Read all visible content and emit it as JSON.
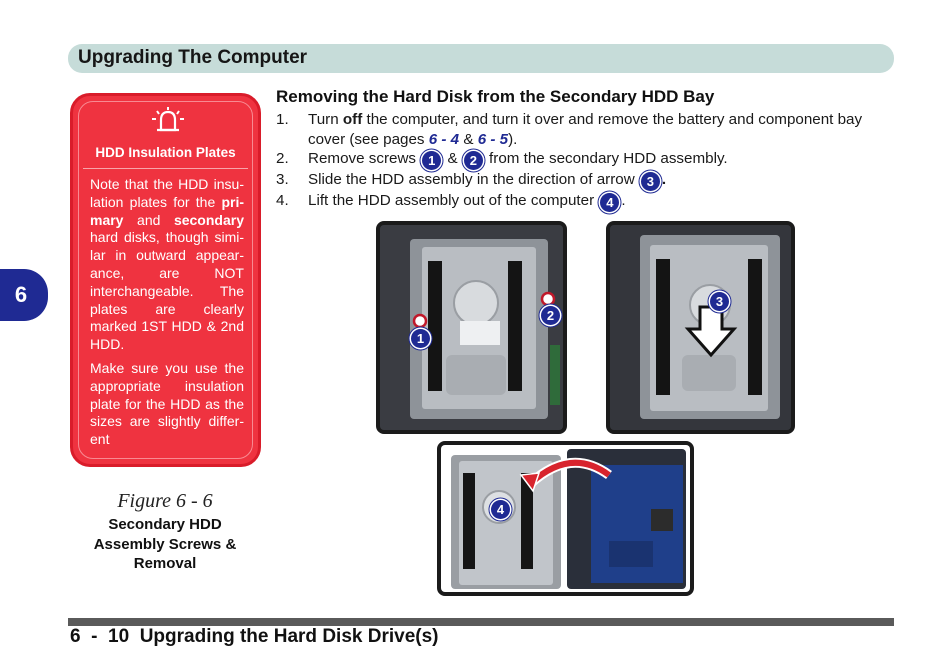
{
  "header": {
    "title": "Upgrading The Computer"
  },
  "chapter_tab": "6",
  "note": {
    "icon": "alert-bell-icon",
    "title": "HDD Insulation Plates",
    "p1_a": "Note that the HDD insu-lation plates for the ",
    "p1_b": "pri-mary",
    "p1_c": " and ",
    "p1_d": "secondary",
    "p1_e": " hard disks, though simi-lar in outward appear-ance, are NOT interchangeable. The plates are clearly marked 1ST HDD & 2nd HDD.",
    "p2": "Make sure you use the appropriate insulation plate for the HDD as the sizes are slightly differ-ent"
  },
  "figure": {
    "label": "Figure 6 - 6",
    "title": "Secondary HDD Assembly Screws & Removal"
  },
  "section": {
    "heading": "Removing the Hard Disk from the Secondary HDD Bay"
  },
  "steps": {
    "s1_num": "1.",
    "s1_a": "Turn ",
    "s1_b": "off",
    "s1_c": " the computer, and turn it over and remove the battery and component bay cover (see pages ",
    "s1_ref1": "6 - 4",
    "s1_amp": " & ",
    "s1_ref2": "6 - 5",
    "s1_d": ").",
    "s2_num": "2.",
    "s2_a": "Remove screws ",
    "s2_amp": " & ",
    "s2_b": " from the secondary HDD assembly.",
    "s3_num": "3.",
    "s3_a": "Slide the HDD assembly in the direction of arrow ",
    "s3_b": ".",
    "s4_num": "4.",
    "s4_a": "Lift the HDD assembly out of the computer ",
    "s4_b": "."
  },
  "badges": {
    "b1": "1",
    "b2": "2",
    "b3": "3",
    "b4": "4"
  },
  "footer": {
    "text": "6  -  10  Upgrading the Hard Disk Drive(s)"
  },
  "colors": {
    "header_bar": "#c6dcd9",
    "chapter_tab": "#1f2a93",
    "note_box": "#ef3340",
    "ref_link": "#1f2a93",
    "footer_bar": "#5a5a5a"
  }
}
